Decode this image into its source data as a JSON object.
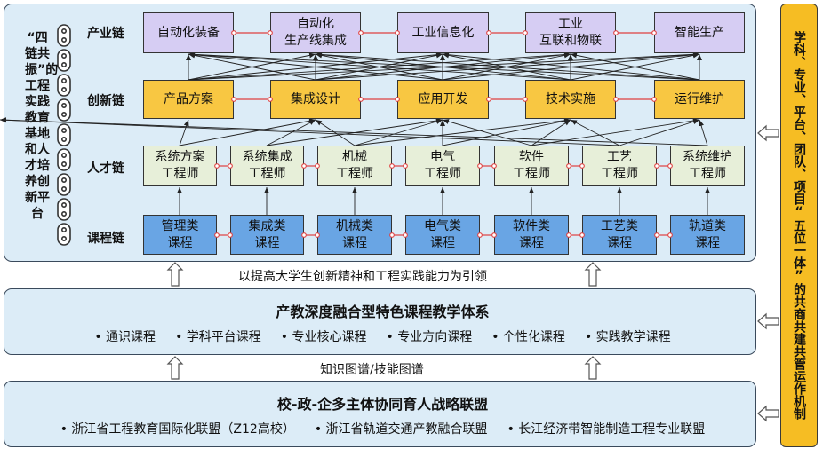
{
  "left_vertical": "“四链共振”的工程实践教育基地和人才培养创新平台",
  "row_labels": [
    "产业链",
    "创新链",
    "人才链",
    "课程链"
  ],
  "industry": [
    "自动化装备",
    "自动化\n生产线集成",
    "工业信息化",
    "工业\n互联和物联",
    "智能生产"
  ],
  "innovation": [
    "产品方案",
    "集成设计",
    "应用开发",
    "技术实施",
    "运行维护"
  ],
  "talent": [
    "系统方案\n工程师",
    "系统集成\n工程师",
    "机械\n工程师",
    "电气\n工程师",
    "软件\n工程师",
    "工艺\n工程师",
    "系统维护\n工程师"
  ],
  "courses": [
    "管理类\n课程",
    "集成类\n课程",
    "机械类\n课程",
    "电气类\n课程",
    "软件类\n课程",
    "工艺类\n课程",
    "轨道类\n课程"
  ],
  "lead_text": "以提高大学生创新精神和工程实践能力为引领",
  "middle_panel": {
    "title": "产教深度融合型特色课程教学体系",
    "items": [
      "• 通识课程",
      "• 学科平台课程",
      "• 专业核心课程",
      "• 专业方向课程",
      "• 个性化课程",
      "• 实践教学课程"
    ]
  },
  "map_text": "知识图谱/技能图谱",
  "bottom_panel": {
    "title": "校-政-企多主体协同育人战略联盟",
    "items": [
      "• 浙江省工程教育国际化联盟（Z12高校）",
      "• 浙江省轨道交通产教融合联盟",
      "• 长江经济带智能制造工程专业联盟"
    ]
  },
  "right_vertical": "学科、专业、平台、团队、项目“五位一体”的共商共建共管运作机制",
  "colors": {
    "panel_bg": "#dcecf7",
    "industry": "#d6cdf3",
    "innovation": "#f8c742",
    "talent": "#e7efd9",
    "course": "#69a5e4",
    "right_panel": "#f6bd23",
    "connector": "#e04040"
  },
  "icons": [
    "chain-link-icon",
    "hollow-up-arrow-icon",
    "hollow-left-arrow-icon",
    "dumbbell-connector-icon"
  ]
}
